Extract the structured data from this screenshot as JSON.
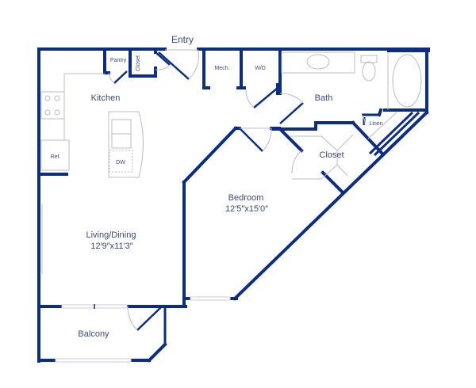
{
  "plan": {
    "wall_color": "#0b2d84",
    "fixture_color": "#b9bdca",
    "label_color": "#3b4a7a"
  },
  "labels": {
    "entry": "Entry",
    "pantry": "Pantry",
    "closet_small": "Closet",
    "kitchen": "Kitchen",
    "mech": "Mech.",
    "wd": "W/D",
    "bath": "Bath",
    "linen": "Linen",
    "closet": "Closet",
    "ref": "Ref.",
    "dw": "DW",
    "bedroom": "Bedroom",
    "bedroom_dims": "12′5″x15′0″",
    "living": "Living/Dining",
    "living_dims": "12′9″x11′3″",
    "balcony": "Balcony"
  }
}
